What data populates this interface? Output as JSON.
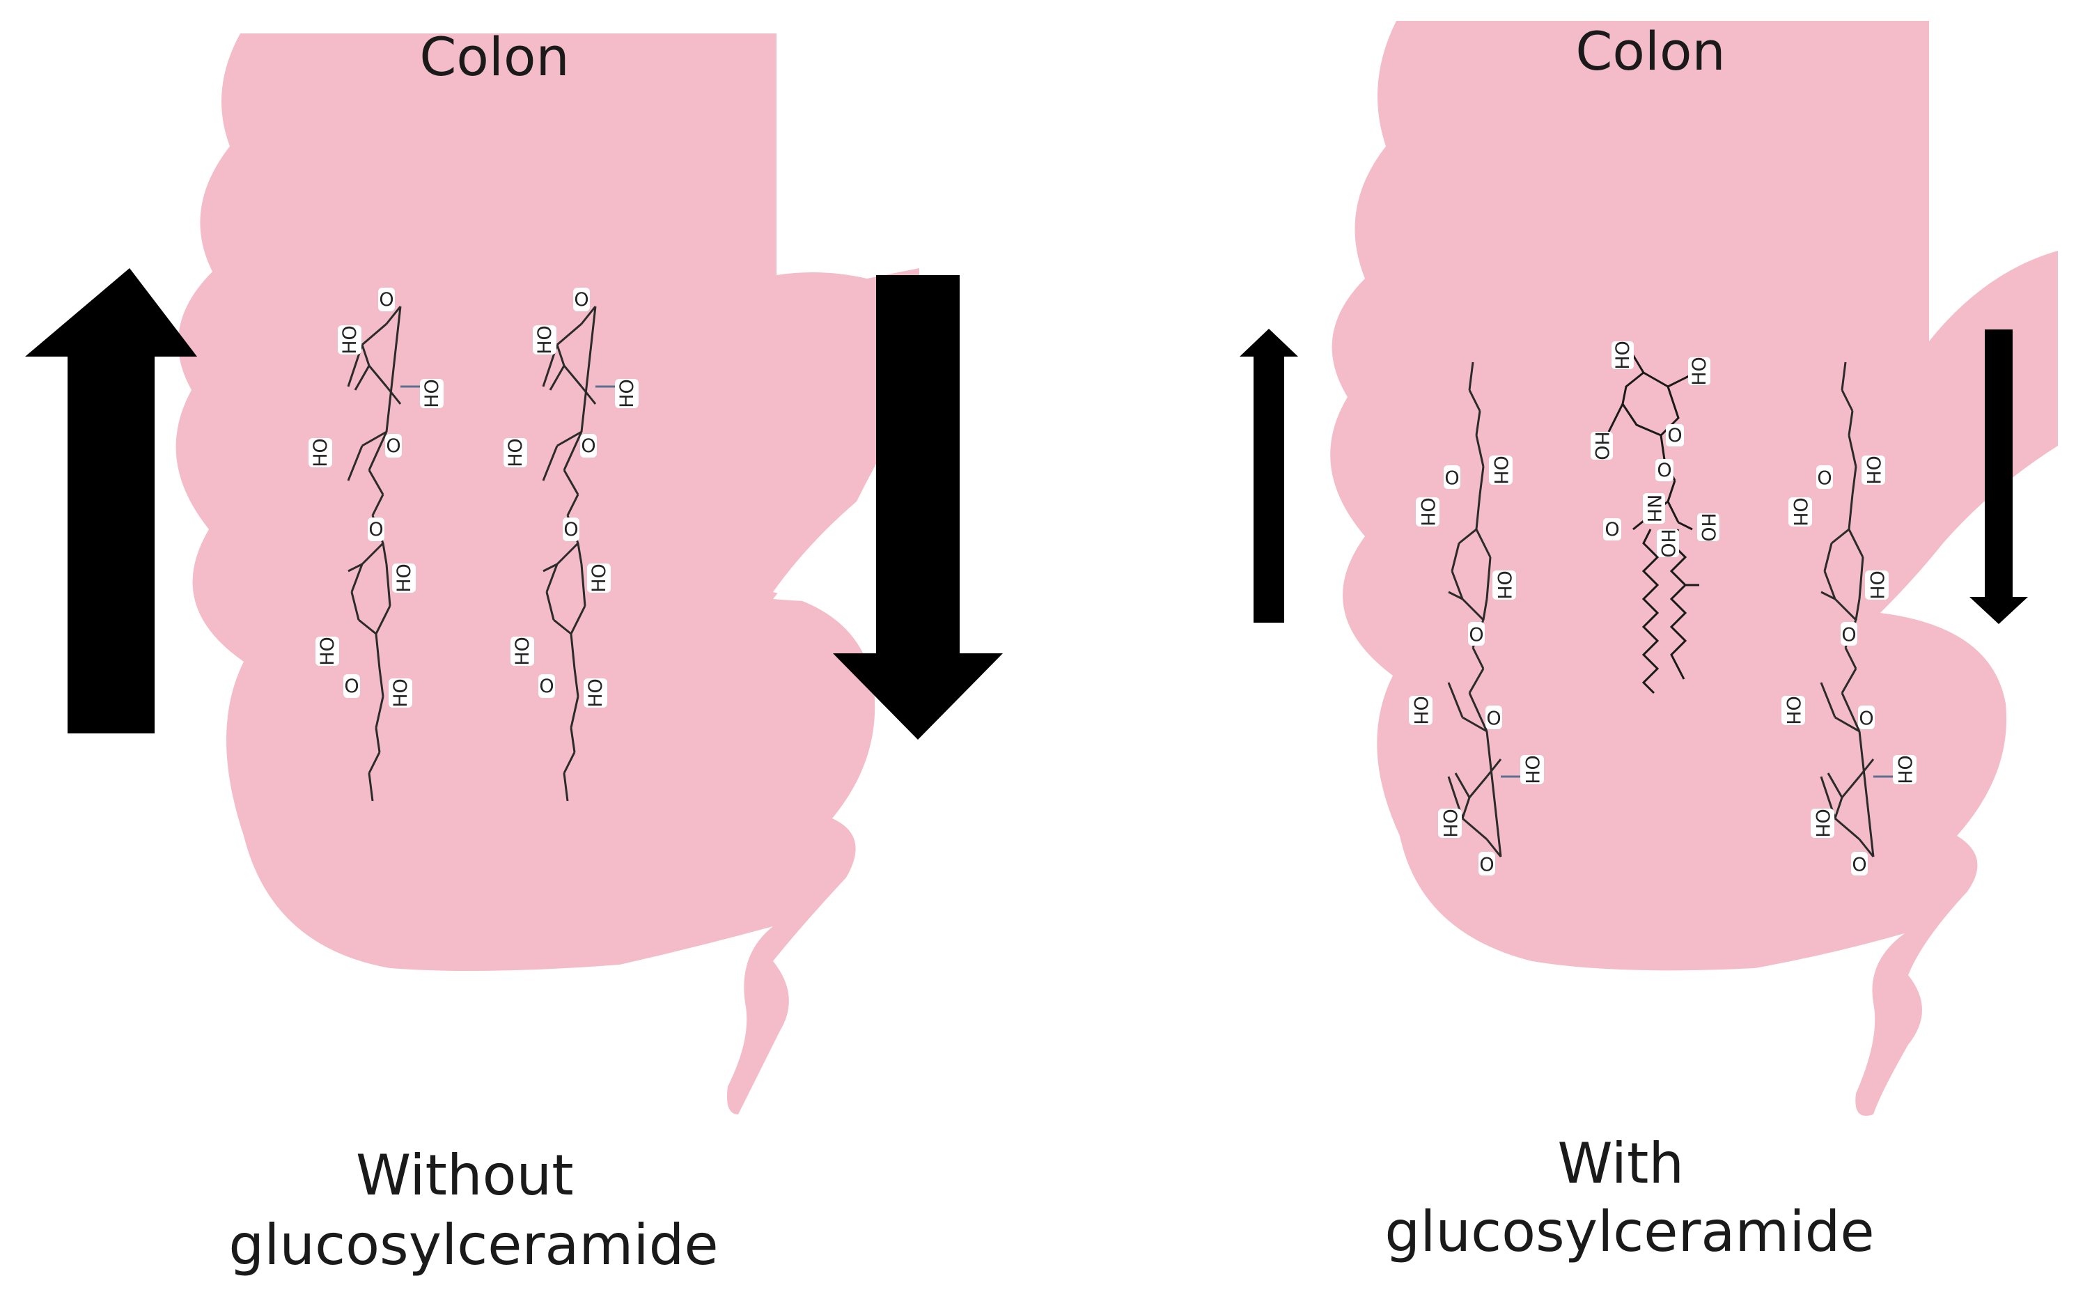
{
  "colors": {
    "colon": "#f4bcc8",
    "background": "#ffffff",
    "arrow": "#000000",
    "bond": "#2b2b2b",
    "label_box": "#ffffff"
  },
  "panels": [
    {
      "id": "left",
      "title": "Colon",
      "caption_lines": [
        "Without",
        "glucosylceramide"
      ],
      "arrows": [
        "up-arrow-large",
        "down-arrow-large"
      ]
    },
    {
      "id": "right",
      "title": "Colon",
      "caption_lines": [
        "With",
        "glucosylceramide"
      ],
      "arrows": [
        "up-arrow-thin",
        "down-arrow-thin"
      ]
    }
  ],
  "molecule_labels": {
    "hydroxyl": "HO",
    "oxygen": "O",
    "amide": "NH"
  }
}
